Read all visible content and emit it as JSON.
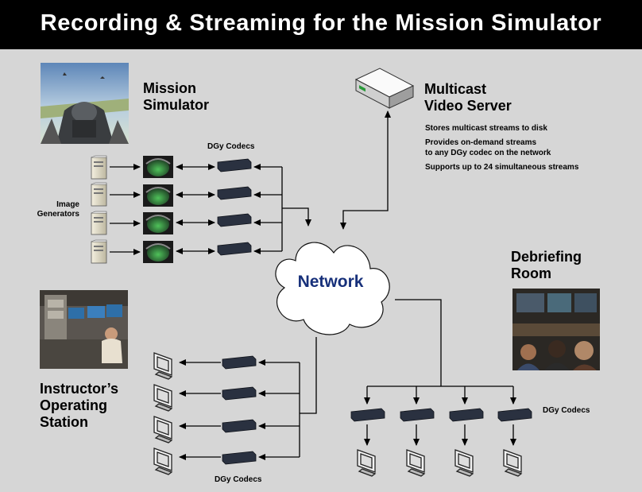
{
  "title": "Recording & Streaming for the Mission Simulator",
  "labels": {
    "mission_simulator_1": "Mission",
    "mission_simulator_2": "Simulator",
    "multicast_1": "Multicast",
    "multicast_2": "Video Server",
    "image_generators_1": "Image",
    "image_generators_2": "Generators",
    "codecs_top": "DGy Codecs",
    "codecs_right": "DGy Codecs",
    "codecs_bottom": "DGy Codecs",
    "network": "Network",
    "debriefing_1": "Debriefing",
    "debriefing_2": "Room",
    "instructor_1": "Instructor’s",
    "instructor_2": "Operating",
    "instructor_3": "Station"
  },
  "server_features": [
    "Stores multicast streams to disk",
    "Provides on-demand streams",
    "to any DGy codec on the network",
    "Supports up to 24 simultaneous streams"
  ],
  "colors": {
    "title_bar": "#000000",
    "background": "#d6d6d6",
    "network_text": "#17307a",
    "codec": "#2a3140"
  }
}
